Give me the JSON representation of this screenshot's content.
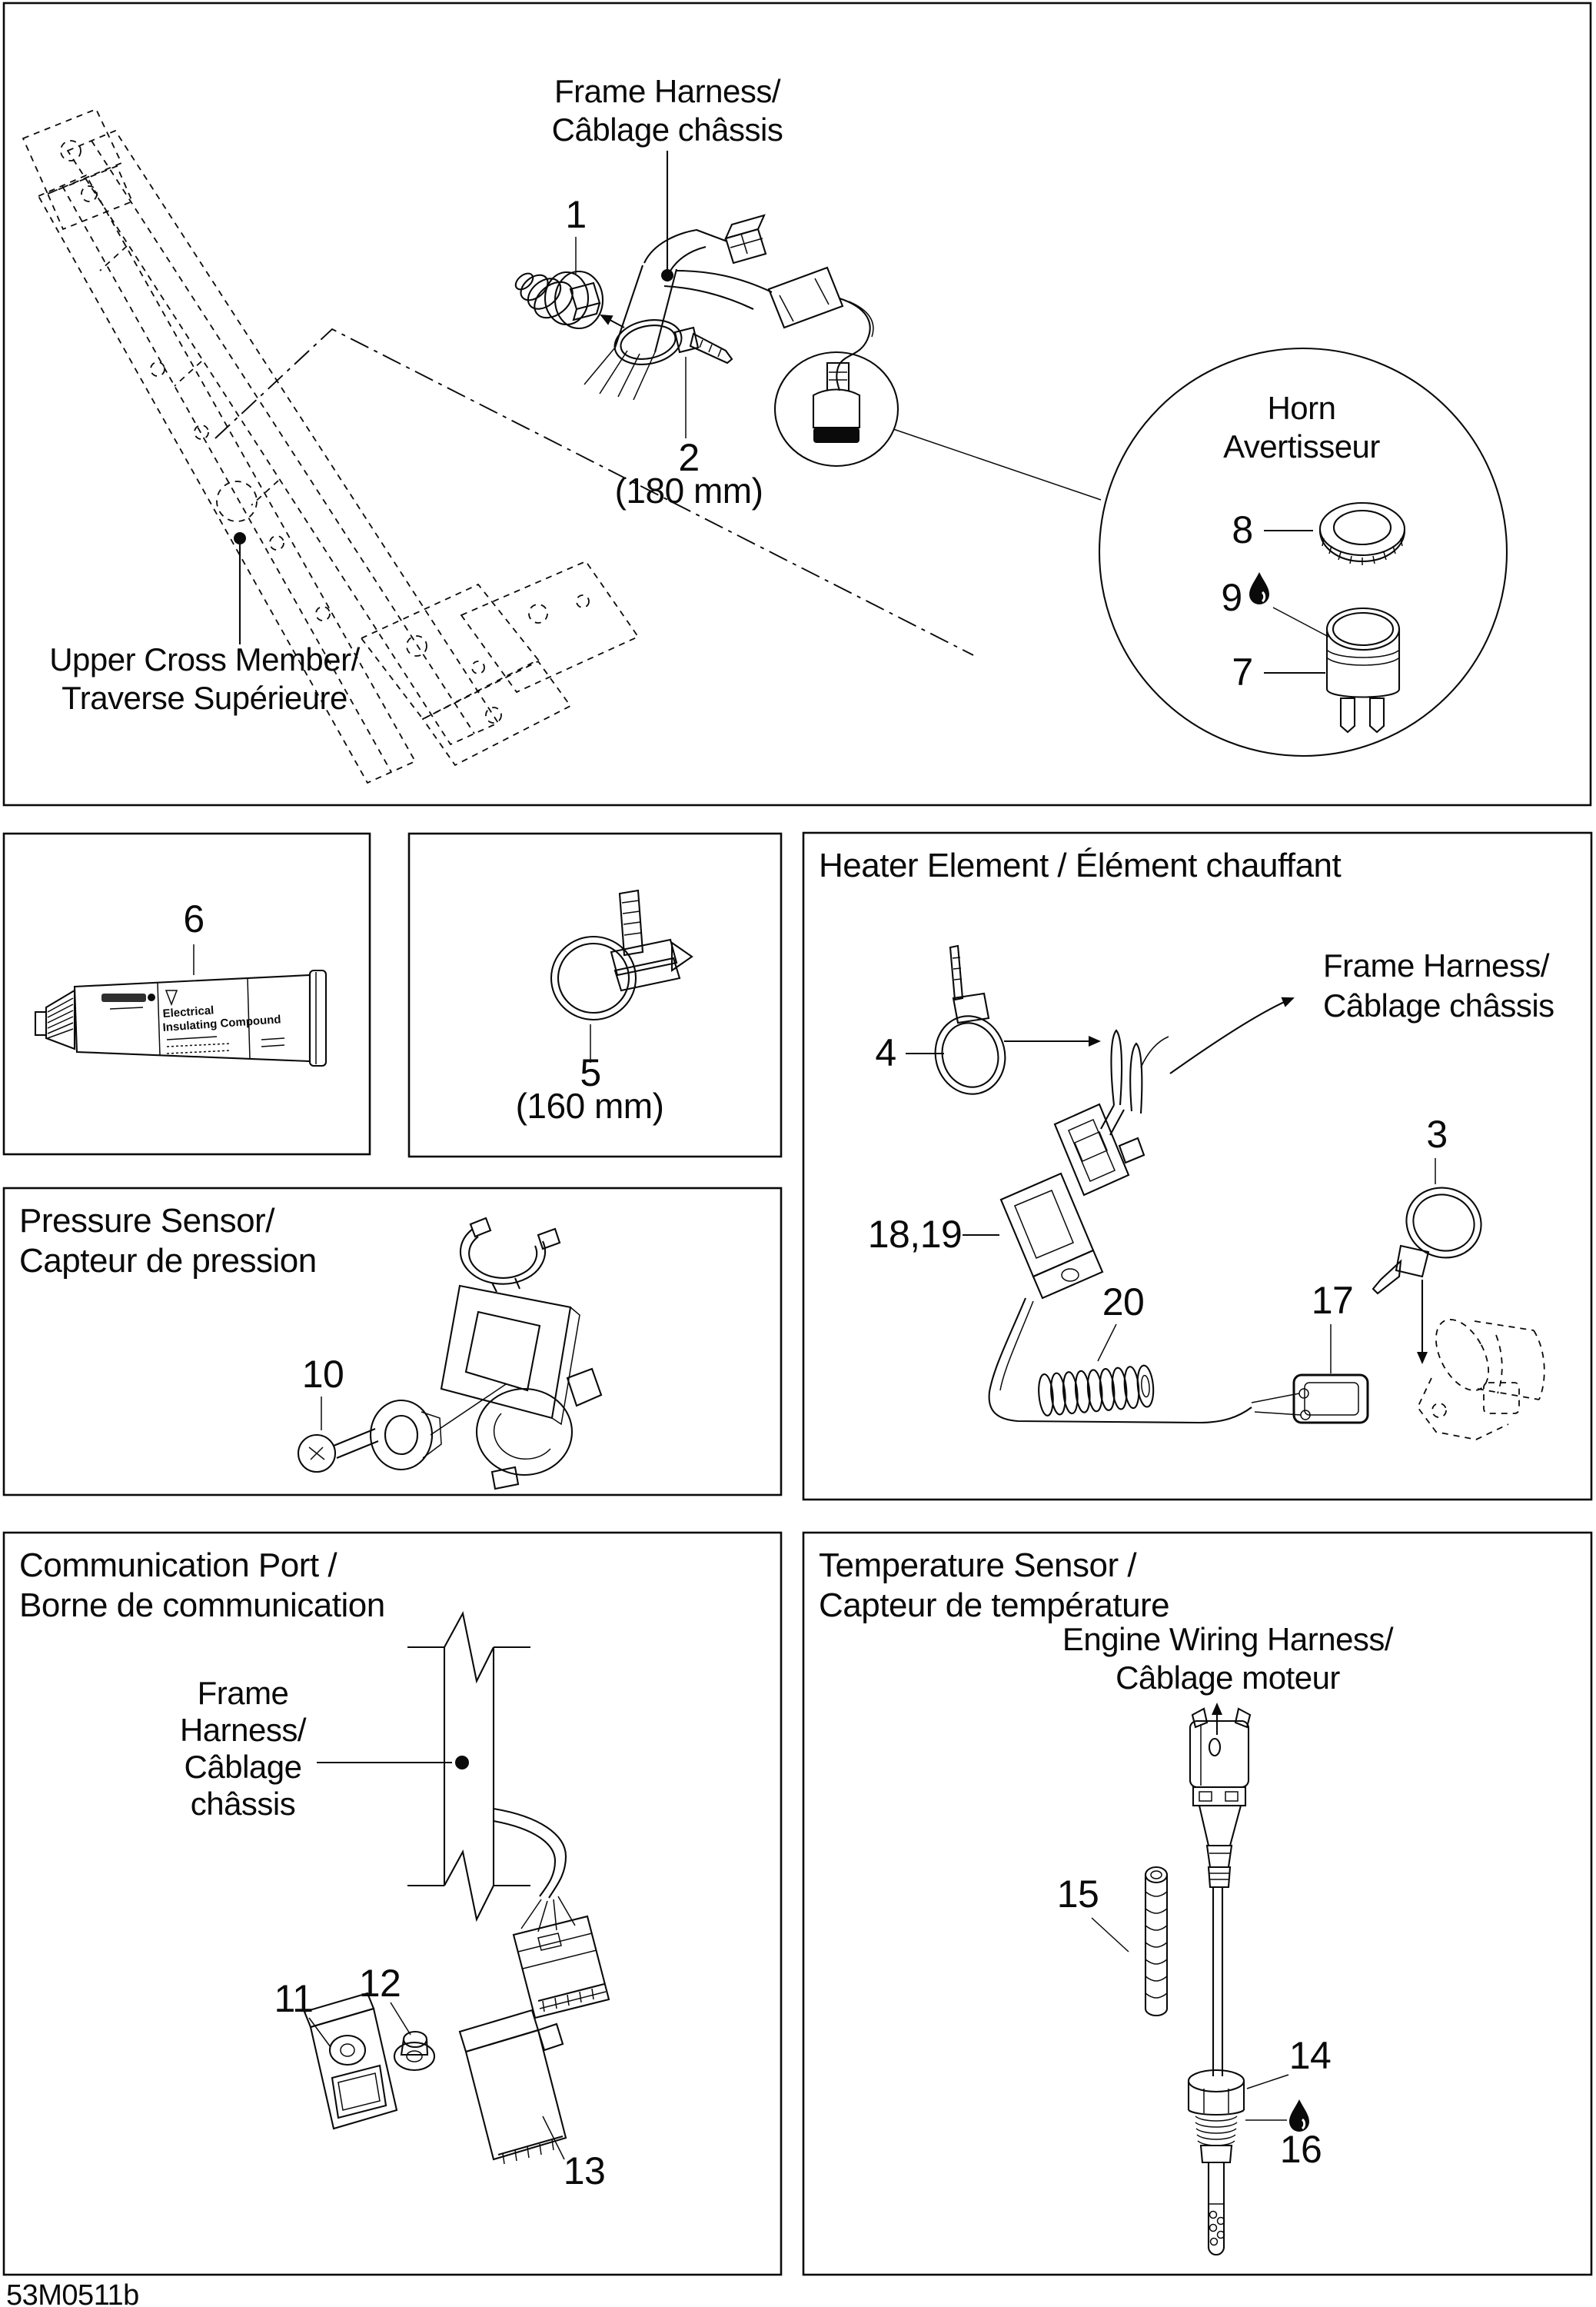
{
  "page": {
    "doc_code": "53M0511b"
  },
  "top_panel": {
    "frame_harness_line1": "Frame Harness/",
    "frame_harness_line2": "Câblage châssis",
    "part_1": "1",
    "part_2": "2",
    "part_2_size": "(180 mm)",
    "upper_cross_line1": "Upper Cross Member/",
    "upper_cross_line2": "Traverse Supérieure",
    "horn_line1": "Horn",
    "horn_line2": "Avertisseur",
    "part_7": "7",
    "part_8": "8",
    "part_9": "9"
  },
  "compound_panel": {
    "part_6": "6",
    "tube_line1": "Electrical",
    "tube_line2": "Insulating Compound"
  },
  "tie_panel": {
    "part_5": "5",
    "part_5_size": "(160 mm)"
  },
  "heater_panel": {
    "title": "Heater Element / Élément chauffant",
    "part_4": "4",
    "part_3": "3",
    "part_18_19": "18,19",
    "part_20": "20",
    "part_17": "17",
    "frame_harness_line1": "Frame Harness/",
    "frame_harness_line2": "Câblage châssis"
  },
  "pressure_panel": {
    "title_line1": "Pressure Sensor/",
    "title_line2": "Capteur de pression",
    "part_10": "10"
  },
  "comm_panel": {
    "title_line1": "Communication Port /",
    "title_line2": "Borne de communication",
    "fh_line1": "Frame",
    "fh_line2": "Harness/",
    "fh_line3": "Câblage",
    "fh_line4": "châssis",
    "part_11": "11",
    "part_12": "12",
    "part_13": "13"
  },
  "temp_panel": {
    "title_line1": "Temperature Sensor /",
    "title_line2": "Capteur de température",
    "ewh_line1": "Engine Wiring Harness/",
    "ewh_line2": "Câblage moteur",
    "part_14": "14",
    "part_15": "15",
    "part_16": "16"
  }
}
